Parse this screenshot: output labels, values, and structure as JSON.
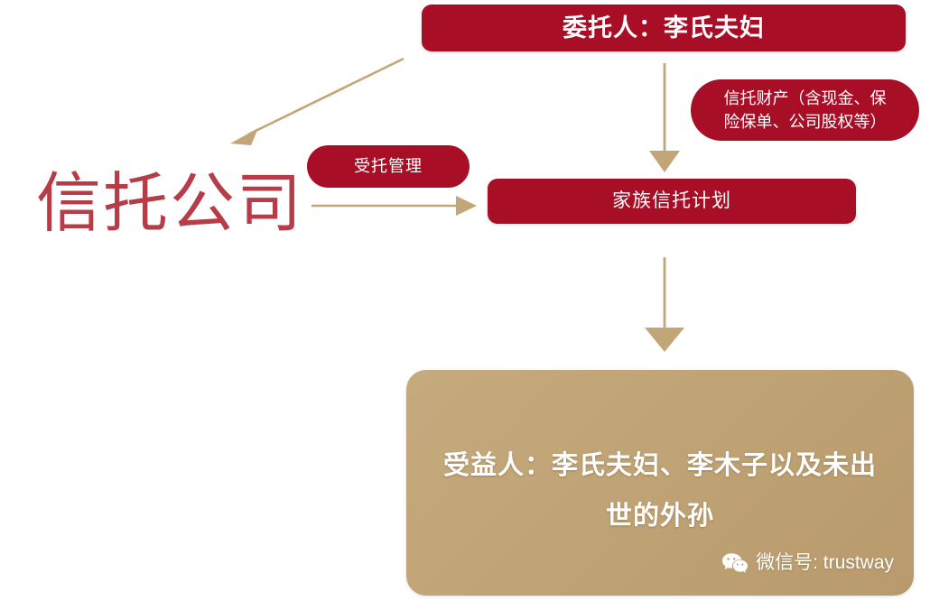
{
  "diagram": {
    "title_node": {
      "id": "settlor",
      "label": "委托人：李氏夫妇",
      "color": "#a80f26",
      "text_color": "#ffffff"
    },
    "nodes": [
      {
        "id": "trust-company",
        "label": "信托公司",
        "color": "#b63d48",
        "style": "plain-text"
      },
      {
        "id": "trust-plan",
        "label": "家族信托计划",
        "color": "#a80f26",
        "text_color": "#ffffff",
        "style": "rounded-box"
      },
      {
        "id": "beneficiary",
        "label": "受益人：李氏夫妇、李木子以及未出世的外孙",
        "color": "#c0a477",
        "text_color": "#ffffff",
        "style": "rounded-box"
      }
    ],
    "edge_labels": [
      {
        "id": "trust-property",
        "line1": "信托财产（含现金、保",
        "line2": "险保单、公司股权等）",
        "color": "#a80f26",
        "text_color": "#ffffff"
      },
      {
        "id": "entrusted-management",
        "label": "受托管理",
        "color": "#a80f26",
        "text_color": "#ffffff"
      }
    ],
    "arrows": [
      {
        "id": "settlor-to-trust-company",
        "from": "settlor",
        "to": "trust-company",
        "direction": "down-left",
        "color": "#c3a678"
      },
      {
        "id": "settlor-to-trust-plan",
        "from": "settlor",
        "to": "trust-plan",
        "direction": "down",
        "color": "#c3a678"
      },
      {
        "id": "trust-company-to-trust-plan",
        "from": "trust-company",
        "to": "trust-plan",
        "direction": "right",
        "color": "#c3a678"
      },
      {
        "id": "trust-plan-to-beneficiary",
        "from": "trust-plan",
        "to": "beneficiary",
        "direction": "down",
        "color": "#c3a678"
      }
    ]
  },
  "watermark": {
    "icon": "wechat-icon",
    "text": "微信号: trustway",
    "text_color": "#ffffff"
  }
}
